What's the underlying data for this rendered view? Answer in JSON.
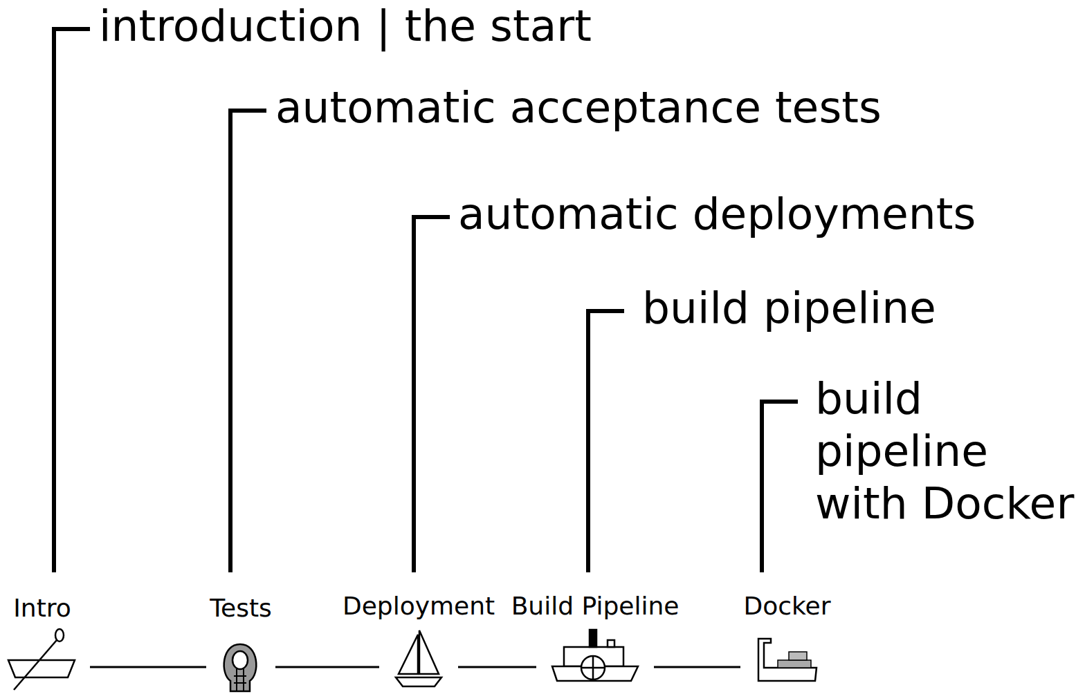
{
  "diagram": {
    "nodes": [
      {
        "text": [
          "Intro"
        ]
      },
      {
        "text": [
          "Tests"
        ]
      },
      {
        "text": [
          "Deployment"
        ]
      },
      {
        "text": [
          "Build Pipeline"
        ]
      },
      {
        "text": [
          "Docker"
        ]
      }
    ],
    "edges": [
      {
        "from": 0,
        "to": 1,
        "arrow": "none"
      },
      {
        "from": 1,
        "to": 2,
        "arrow": "none"
      },
      {
        "from": 2,
        "to": 3,
        "arrow": "none"
      },
      {
        "from": 3,
        "to": 4,
        "arrow": "none"
      }
    ],
    "labels": [
      "introduction | the start",
      "automatic acceptance tests",
      "automatic deployments",
      "build pipeline",
      "build pipeline with Docker"
    ]
  }
}
